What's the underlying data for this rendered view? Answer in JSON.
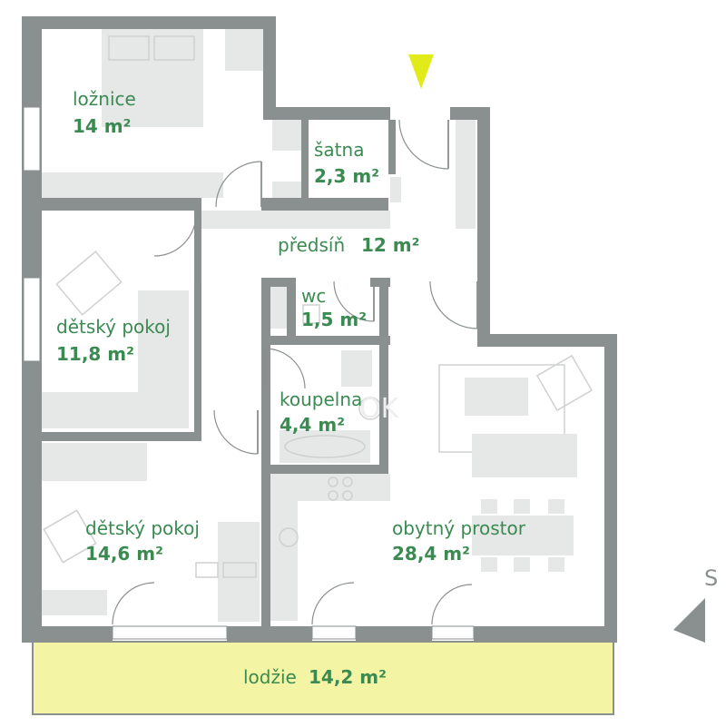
{
  "rooms": [
    {
      "name": "ložnice",
      "area": "14 m²"
    },
    {
      "name": "šatna",
      "area": "2,3 m²"
    },
    {
      "name": "předsíň",
      "area": "12 m²"
    },
    {
      "name": "wc",
      "area": "1,5 m²"
    },
    {
      "name": "dětský pokoj",
      "area": "11,8 m²"
    },
    {
      "name": "koupelna",
      "area": "4,4 m²"
    },
    {
      "name": "dětský pokoj",
      "area": "14,6 m²"
    },
    {
      "name": "obytný prostor",
      "area": "28,4 m²"
    }
  ],
  "loggia": {
    "name": "lodžie",
    "area": "14,2 m²"
  },
  "compass": {
    "letter": "S"
  },
  "colors": {
    "wall": "#8a8f8f",
    "label": "#3a8a52",
    "loggia_fill": "#f4f5a4",
    "loggia_border": "#8a8f8f",
    "entrance_marker": "#e2eb1a",
    "furniture": "#e6e7e7"
  }
}
